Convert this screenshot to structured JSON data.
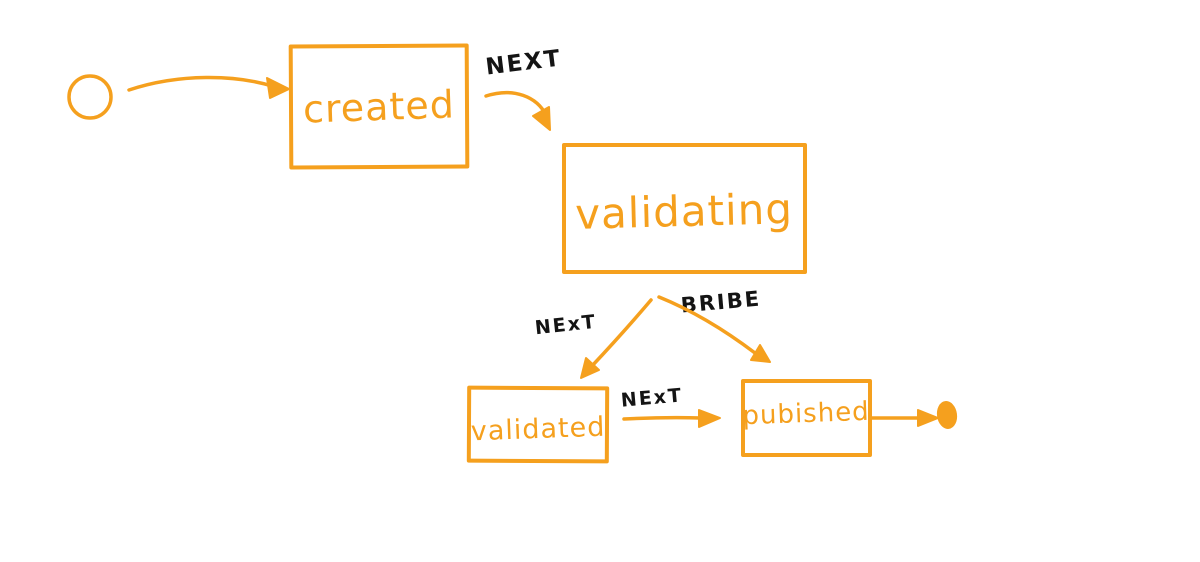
{
  "diagram": {
    "type": "state-machine",
    "style": "hand-drawn-sketch",
    "background": "#ffffff",
    "colors": {
      "accent": "#F5A01E",
      "label_ink": "#141414"
    },
    "markers": {
      "start": "initial-state-open-circle",
      "end": "final-state-filled-dot"
    },
    "states": [
      {
        "id": "created",
        "label": "created"
      },
      {
        "id": "validating",
        "label": "validating"
      },
      {
        "id": "validated",
        "label": "validated"
      },
      {
        "id": "pubished",
        "label": "pubished"
      }
    ],
    "transitions": [
      {
        "from": "start",
        "to": "created",
        "label": ""
      },
      {
        "from": "created",
        "to": "validating",
        "label": "NEXT"
      },
      {
        "from": "validating",
        "to": "validated",
        "label": "NExT"
      },
      {
        "from": "validating",
        "to": "pubished",
        "label": "BRIBE"
      },
      {
        "from": "validated",
        "to": "pubished",
        "label": "NExT"
      },
      {
        "from": "pubished",
        "to": "end",
        "label": ""
      }
    ]
  }
}
